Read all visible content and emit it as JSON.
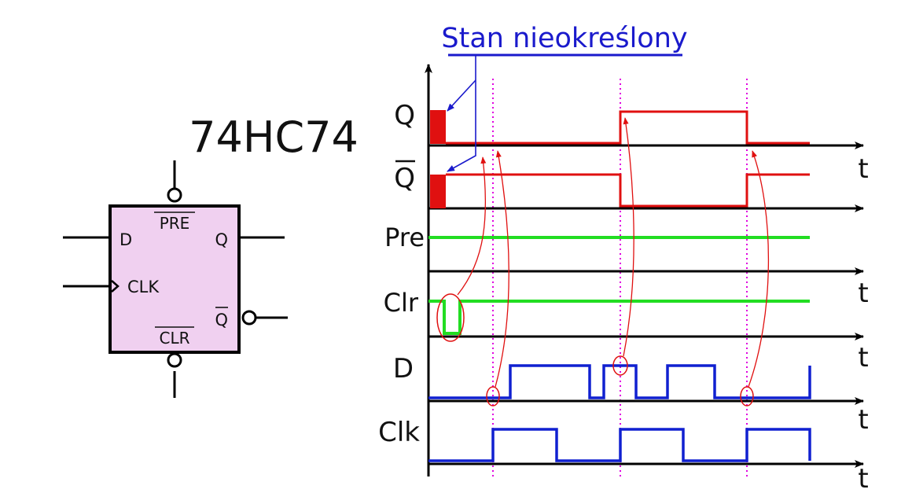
{
  "chip": {
    "name": "74HC74",
    "pins": {
      "d": "D",
      "pre": "PRE",
      "q": "Q",
      "clk": "CLK",
      "qbar": "Q",
      "clr": "CLR"
    },
    "body_color": "#f0d0f0"
  },
  "timing": {
    "annotation": "Stan nieokreślony",
    "time_label": "t",
    "signals": [
      {
        "id": "q",
        "label": "Q",
        "overbar": false,
        "color": "#e01010"
      },
      {
        "id": "qbar",
        "label": "Q",
        "overbar": true,
        "color": "#e01010"
      },
      {
        "id": "pre",
        "label": "Pre",
        "overbar": false,
        "color": "#22dd22"
      },
      {
        "id": "clr",
        "label": "Clr",
        "overbar": false,
        "color": "#22dd22"
      },
      {
        "id": "d",
        "label": "D",
        "overbar": false,
        "color": "#1020d0"
      },
      {
        "id": "clk",
        "label": "Clk",
        "overbar": false,
        "color": "#1020d0"
      }
    ],
    "colors": {
      "annotation": "#1a1acc",
      "guide": "#e000e0",
      "causality_arrows": "#e01010",
      "axes": "#000000"
    }
  }
}
